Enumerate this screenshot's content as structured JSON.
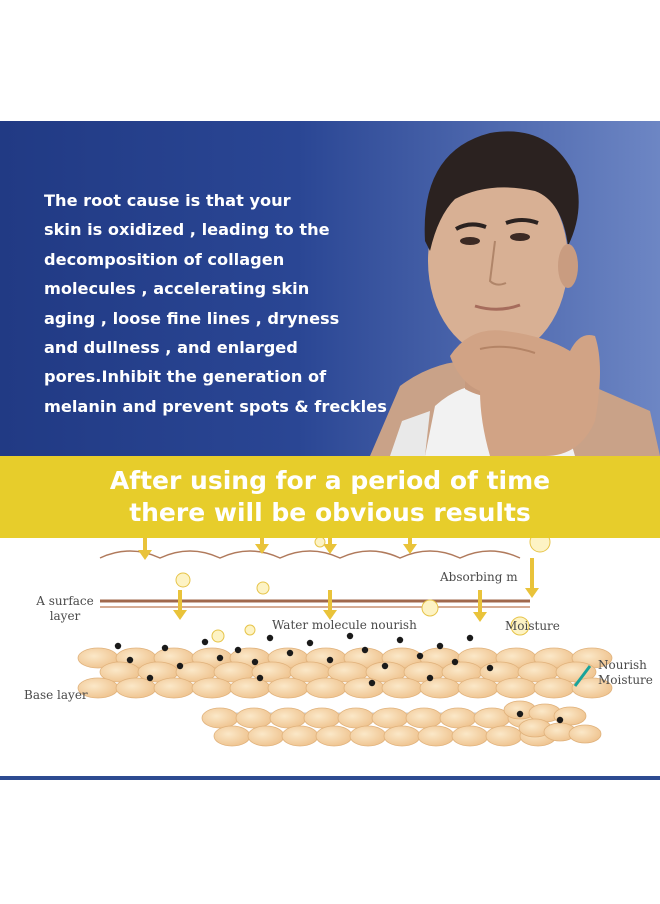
{
  "hero": {
    "text": "The root cause is that your\nskin is oxidized , leading to the\ndecomposition of collagen\nmolecules , accelerating skin\naging , loose fine lines , dryness\nand dullness , and enlarged\npores.Inhibit the generation of\nmelanin and prevent spots & freckles",
    "bg_color": "#213a84"
  },
  "banner": {
    "line1": "After using for a period of time",
    "line2": "there will be obvious results",
    "bg_color": "#e7cd2b"
  },
  "diagram": {
    "labels": {
      "surface_layer": "A surface\nlayer",
      "base_layer": "Base layer",
      "water": "Water molecule nourish",
      "absorbing": "Absorbing m",
      "moisture": "Moisture",
      "nourish": "Nourish\nMoisture"
    },
    "cell_color": "#f3cf9c",
    "arrow_color": "#e9c33a"
  }
}
